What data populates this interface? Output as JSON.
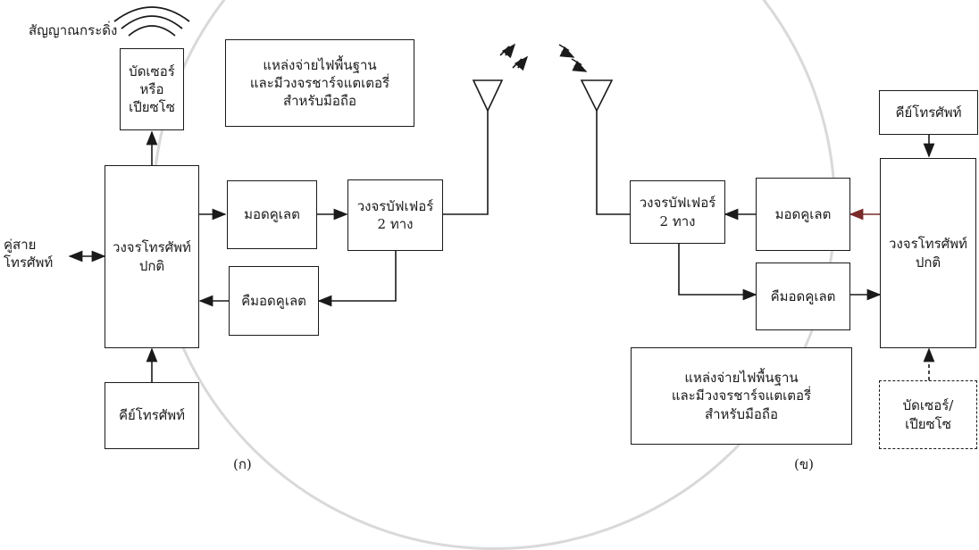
{
  "diagram_a": {
    "signal_label": "สัญญาณกระดิ่ง",
    "buzzer": "บัดเซอร์\nหรือ\nเปียซโซ",
    "power": "แหล่งจ่ายไฟพื้นฐาน\nและมีวงจรชาร์จแตเตอรี่\nสำหรับมือถือ",
    "phone_circuit": "วงจรโทรศัพท์\nปกติ",
    "modulator": "มอดคูเลต",
    "demodulator": "คืมอดคูเลต",
    "buffer": "วงจรบัฟเฟอร์\n2 ทาง",
    "line_pair": "คู่สาย\nโทรศัพท์",
    "keypad": "คีย์โทรศัพท์",
    "caption": "(ก)"
  },
  "diagram_b": {
    "keypad": "คีย์โทรศัพท์",
    "buffer": "วงจรบัฟเฟอร์\n2 ทาง",
    "modulator": "มอดคูเลต",
    "demodulator": "คืมอดคูเลต",
    "phone_circuit": "วงจรโทรศัพท์\nปกติ",
    "power": "แหล่งจ่ายไฟพื้นฐาน\nและมีวงจรชาร์จแตเตอรี่\nสำหรับมือถือ",
    "buzzer": "บัดเซอร์/\nเปียซโซ",
    "caption": "(ข)"
  },
  "colors": {
    "line": "#1a1a1a",
    "accent_arrow": "#7a2a2a",
    "watermark": "#d9d9d9"
  }
}
